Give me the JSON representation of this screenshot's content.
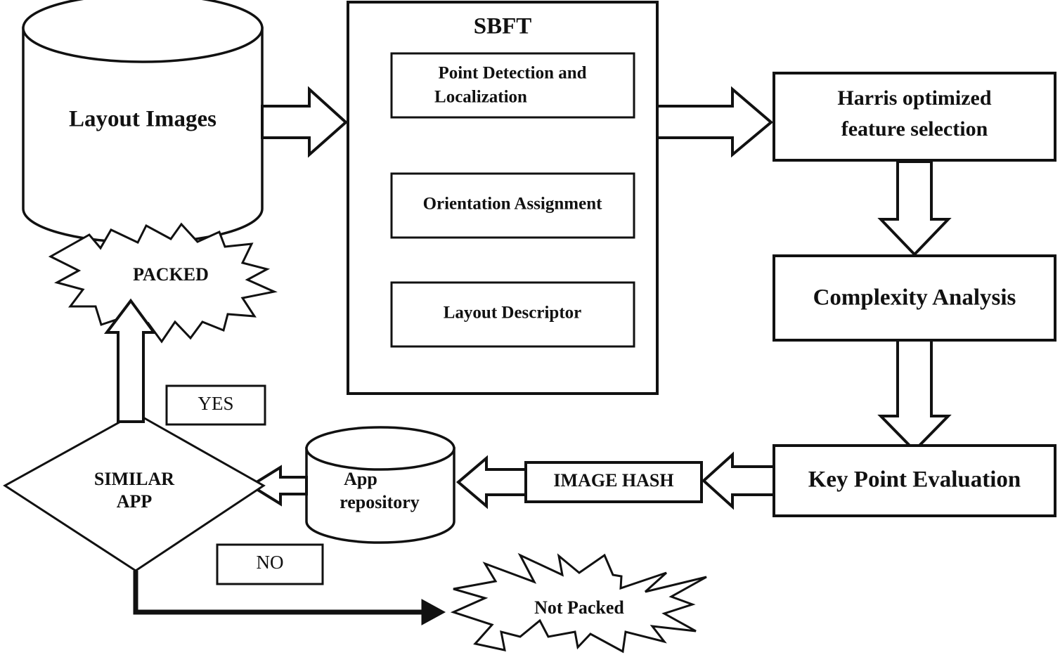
{
  "diagram": {
    "title_box": "SBFT",
    "nodes": {
      "layout_images": "Layout Images",
      "packed_star": "PACKED",
      "sbft_title": "SBFT",
      "sbft_step_1": "Point Detection and",
      "sbft_step_1b": "Localization",
      "sbft_step_2": "Orientation Assignment",
      "sbft_step_3": "Layout Descriptor",
      "harris_line1": "Harris optimized",
      "harris_line2": "feature selection",
      "complexity": "Complexity Analysis",
      "key_point": "Key Point Evaluation",
      "image_hash": "IMAGE HASH",
      "app_repo_line1": "App",
      "app_repo_line2": "repository",
      "similar_app_line1": "SIMILAR",
      "similar_app_line2": "APP",
      "yes_label": "YES",
      "no_label": "NO",
      "not_packed_star": "Not Packed"
    },
    "colors": {
      "stroke": "#111111",
      "fill": "#ffffff"
    }
  }
}
